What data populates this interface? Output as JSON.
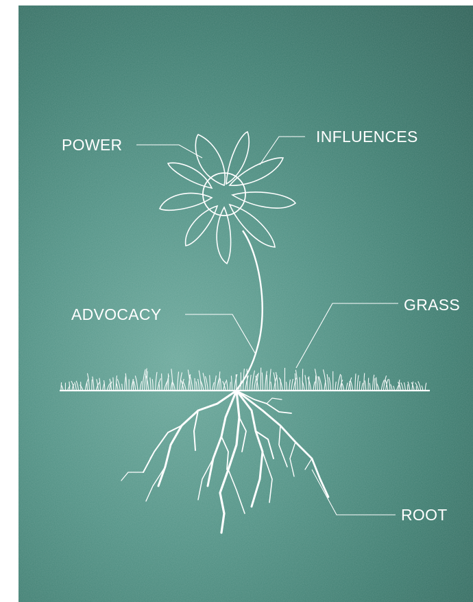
{
  "diagram": {
    "labels": {
      "power": "POWER",
      "influences": "INFLUENCES",
      "advocacy": "ADVOCACY",
      "grass": "GRASS",
      "root": "ROOT"
    },
    "colors": {
      "background": "#4f9184",
      "background_dark": "#2b5f55",
      "line": "#ffffff"
    }
  }
}
